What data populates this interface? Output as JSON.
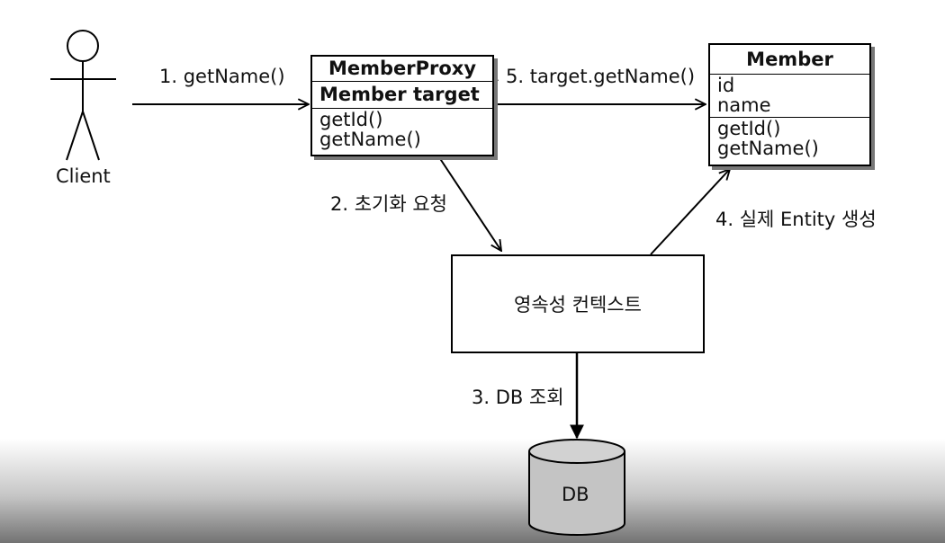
{
  "actor": {
    "label": "Client"
  },
  "proxy_class": {
    "title": "MemberProxy",
    "field": "Member target",
    "methods": [
      "getId()",
      "getName()"
    ]
  },
  "member_class": {
    "title": "Member",
    "fields": [
      "id",
      "name"
    ],
    "methods": [
      "getId()",
      "getName()"
    ]
  },
  "context_box": {
    "label": "영속성 컨텍스트"
  },
  "db": {
    "label": "DB"
  },
  "steps": {
    "step1": "1. getName()",
    "step2": "2. 초기화 요청",
    "step3": "3. DB 조회",
    "step4": "4. 실제 Entity 생성",
    "step5": "5. target.getName()"
  }
}
